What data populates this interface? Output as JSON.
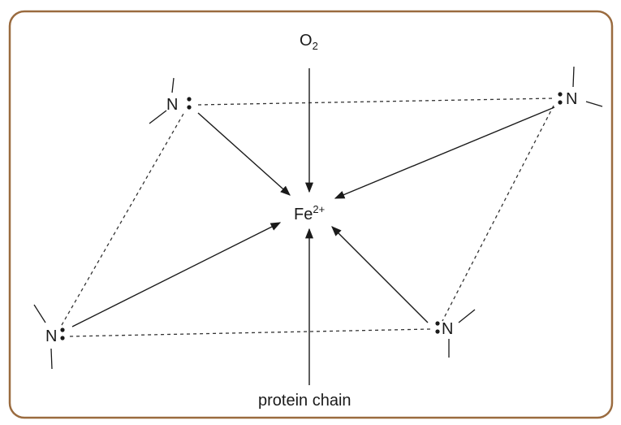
{
  "diagram": {
    "top_label": "O",
    "top_label_subscript": "2",
    "center_label": "Fe",
    "center_label_superscript": "2+",
    "nitrogen_label": "N",
    "bottom_label": "protein chain"
  },
  "colors": {
    "border": "#9a6b3f",
    "line": "#1a1a1a",
    "dashed": "#333333"
  }
}
